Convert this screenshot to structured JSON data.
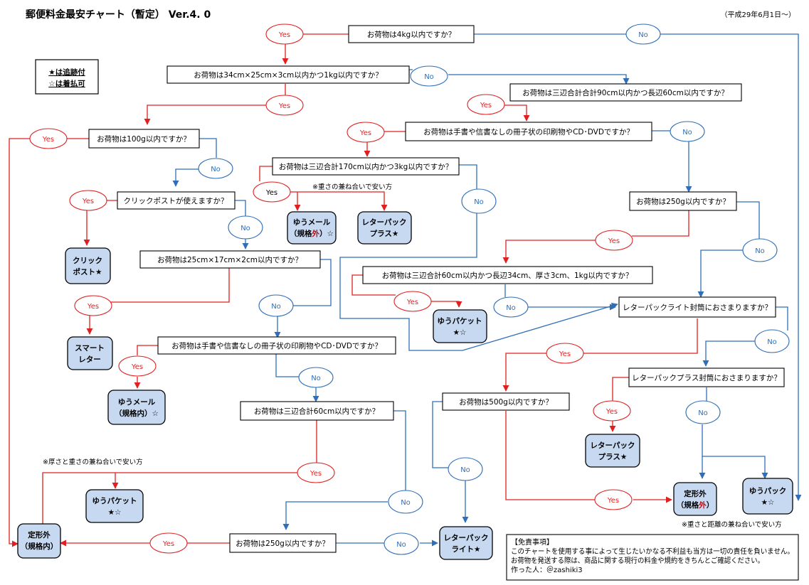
{
  "header": {
    "title": "郵便料金最安チャート（暫定） Ver.4. 0",
    "date": "（平成29年6月1日～）"
  },
  "legend": {
    "line1": "★は追跡付",
    "line2": "☆は着払可"
  },
  "labels": {
    "yes": "Yes",
    "no": "No"
  },
  "questions": {
    "q1": "お荷物は4kg以内ですか？",
    "q2": "お荷物は34cm×25cm×3cm以内かつ1kg以内ですか？",
    "q3": "お荷物は三辺合計合計90cm以内かつ長辺60cm以内ですか？",
    "q4": "お荷物は手書や信書なしの冊子状の印刷物やCD･DVDですか？",
    "q5": "お荷物は100g以内ですか？",
    "q6": "お荷物は三辺合計170cm以内かつ3kg以内ですか？",
    "q7": "クリックポストが使えますか？",
    "q8": "お荷物は250g以内ですか？",
    "q9": "お荷物は25cm×17cm×2cm以内ですか？",
    "q10": "お荷物は三辺合計60cm以内かつ長辺34cm、厚さ3cm、1kg以内ですか？",
    "q11": "レターパックライト封筒におさまりますか？",
    "q12": "お荷物は手書や信書なしの冊子状の印刷物やCD･DVDですか？",
    "q13": "レターパックプラス封筒におさまりますか？",
    "q14": "お荷物は500g以内ですか？",
    "q15": "お荷物は三辺合計60cm以内ですか？",
    "q16": "お荷物は250g以内ですか？"
  },
  "results": {
    "r_yumail_out": [
      "ゆうメール",
      "（規格外）☆"
    ],
    "r_letterpack_plus1": [
      "レターパック",
      "プラス★"
    ],
    "r_clickpost": [
      "クリック",
      "ポスト★"
    ],
    "r_smartletter": [
      "スマート",
      "レター"
    ],
    "r_yupacket1": [
      "ゆうパケット",
      "★☆"
    ],
    "r_yumail_in": [
      "ゆうメール",
      "（規格内）☆"
    ],
    "r_letterpack_plus2": [
      "レターパック",
      "プラス★"
    ],
    "r_yupacket2": [
      "ゆうパケット",
      "★☆"
    ],
    "r_teikeigai_out": [
      "定形外",
      "（規格外）"
    ],
    "r_yupack": [
      "ゆうパック",
      "★☆"
    ],
    "r_teikeigai_in": [
      "定形外",
      "（規格内）"
    ],
    "r_letterpack_light": [
      "レターパック",
      "ライト★"
    ]
  },
  "notes": {
    "n1": "※重さの兼ね合いで安い方",
    "n2": "※厚さと重さの兼ね合いで安い方",
    "n3": "※重さと距離の兼ね合いで安い方"
  },
  "disclaimer": {
    "heading": "【免責事項】",
    "line1": "このチャートを使用する事によって生じたいかなる不利益も当方は一切の責任を負いません。",
    "line2": "お荷物を発送する際は、商品に関する現行の料金や規約をきちんとご確認ください。",
    "line3": "作った人：＠zashiki3"
  },
  "colors": {
    "yes_line": "#e02020",
    "no_line": "#2f6fb8",
    "result_fill": "#c6d9f1",
    "red_text": "#d40000"
  }
}
